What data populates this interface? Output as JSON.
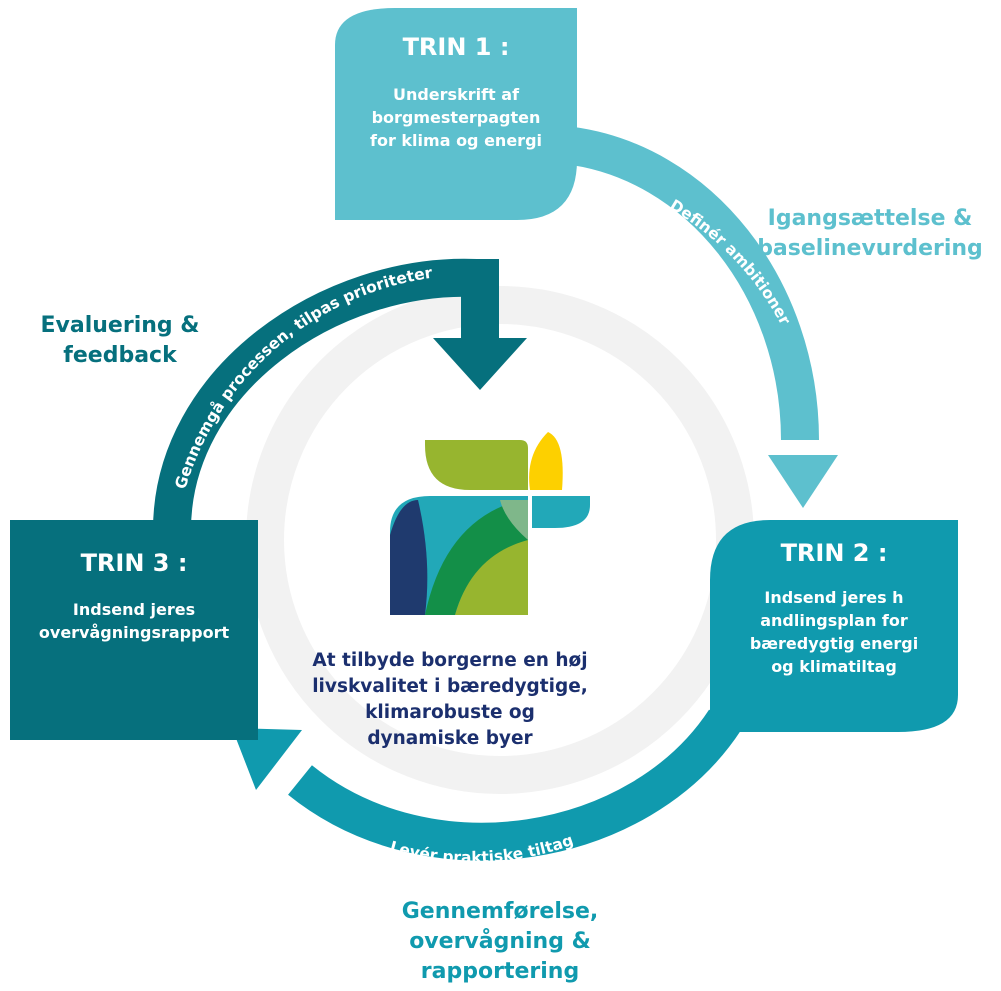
{
  "colors": {
    "step1": "#5dc0ce",
    "step2": "#109aae",
    "step3": "#06707d",
    "center_text": "#1b2f6e",
    "logo_green_light": "#97b52f",
    "logo_yellow": "#fdd000",
    "logo_navy": "#1f3a6e",
    "logo_green_dark": "#138f48",
    "logo_teal": "#22a8b8"
  },
  "steps": [
    {
      "title": "TRIN 1 :",
      "description": "Underskrift af\nborgmesterpagten\nfor klima og energi"
    },
    {
      "title": "TRIN 2 :",
      "description": "Indsend jeres h\nandlingsplan for\nbæredygtig energi\nog klimatiltag"
    },
    {
      "title": "TRIN 3 :",
      "description": "Indsend jeres\novervågningsrapport"
    }
  ],
  "stages": {
    "initiation": "Igangsættelse &\nbaselinevurdering",
    "implementation": "Gennemførelse,\novervågning &\nrapportering",
    "evaluation": "Evaluering &\nfeedback"
  },
  "arrows": {
    "define": "Definér ambitioner",
    "deliver": "Levér praktiske tiltag",
    "review": "Gennemgå processen, tilpas prioriteter"
  },
  "center": {
    "mission": "At tilbyde borgerne en høj\nlivskvalitet i bæredygtige,\nklimarobuste og\ndynamiske byer",
    "logo_icon": "covenant-of-mayors-leaf-icon"
  }
}
